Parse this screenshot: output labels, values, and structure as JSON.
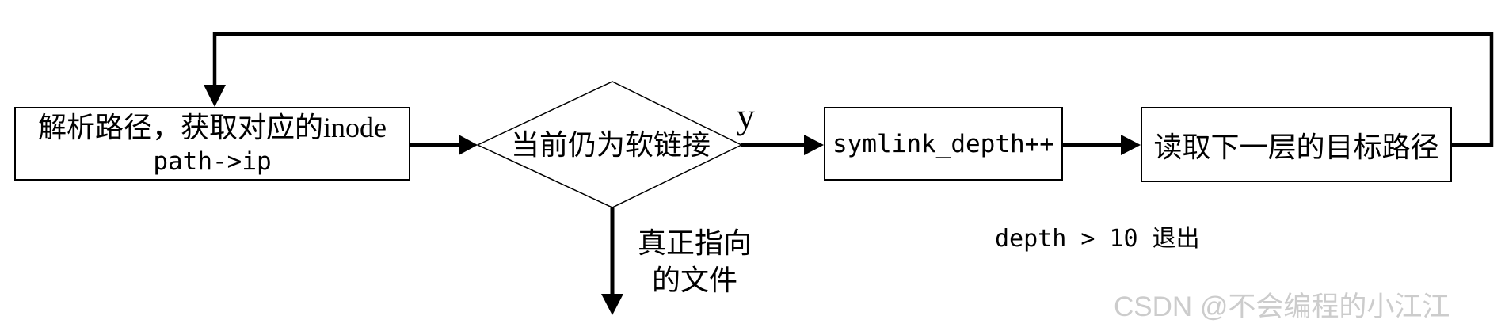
{
  "flowchart": {
    "nodes": {
      "parse": {
        "line1": "解析路径，获取对应的inode",
        "line2": "path->ip"
      },
      "decision": {
        "label": "当前仍为软链接"
      },
      "depth_increment": {
        "label": "symlink_depth++"
      },
      "read_next": {
        "label": "读取下一层的目标路径"
      }
    },
    "labels": {
      "yes_branch": "y",
      "no_branch_line1": "真正指向",
      "no_branch_line2": "的文件",
      "exit_note": "depth > 10 退出"
    },
    "colors": {
      "line": "#000000",
      "box_border": "#000000",
      "text": "#000000",
      "watermark": "#cccccc",
      "background": "#ffffff"
    }
  },
  "watermark": {
    "text": "CSDN @不会编程的小江江"
  }
}
